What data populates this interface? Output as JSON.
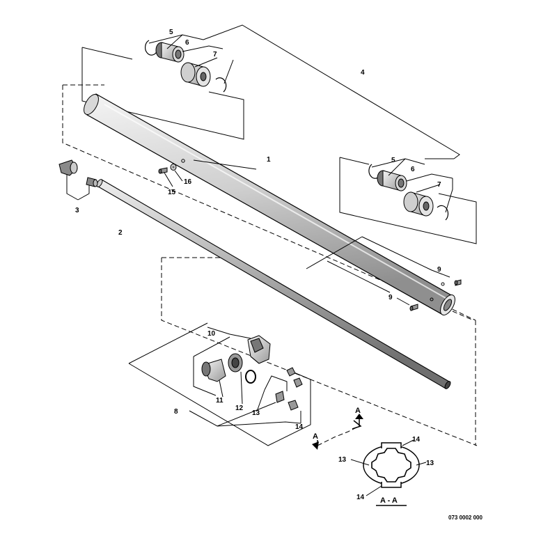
{
  "callouts": {
    "tube": "1",
    "drive_shaft": "2",
    "end_piece": "3",
    "bearing_set": "4",
    "circlip": "5",
    "sleeve": "6",
    "rubber_bushing": "7",
    "bearing_kit": "8",
    "screw": "9",
    "bushing": "10",
    "clamp_half": "11",
    "washer": "12",
    "detent_13": "13",
    "detent_14": "14",
    "screw_15": "15",
    "washer_16": "16"
  },
  "section": {
    "marker_letter": "A",
    "title": "A - A"
  },
  "drawing_code": "073 0002 000",
  "colors": {
    "line": "#000000",
    "part_fill": "#e8e8e8",
    "part_shadow": "#b8b8b8",
    "dark_fill": "#555555"
  }
}
